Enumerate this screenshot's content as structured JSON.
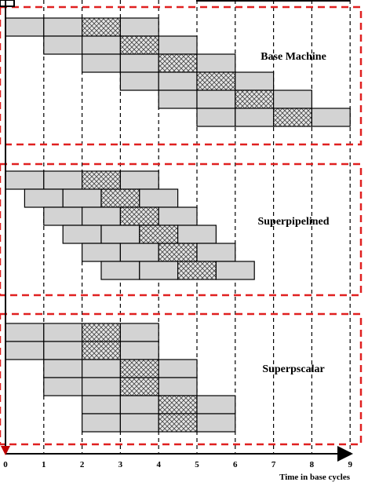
{
  "x_axis": {
    "title": "Time in base cycles",
    "ticks": [
      "0",
      "1",
      "2",
      "3",
      "4",
      "5",
      "6",
      "7",
      "8",
      "9"
    ]
  },
  "colors": {
    "box_fill": "#d3d3d3",
    "box_stroke": "#000000",
    "hatch": "#444444",
    "dashed_grid": "#000000",
    "panel_border": "#e02020"
  },
  "panels": [
    {
      "label": "Base Machine",
      "stage_duration": 1,
      "instructions": [
        {
          "start": 0,
          "stages": 4
        },
        {
          "start": 1,
          "stages": 4
        },
        {
          "start": 2,
          "stages": 4
        },
        {
          "start": 3,
          "stages": 4
        },
        {
          "start": 4,
          "stages": 4
        },
        {
          "start": 5,
          "stages": 4
        }
      ],
      "hatched_stage": 2
    },
    {
      "label": "Superpipelined",
      "stage_duration": 1,
      "instructions": [
        {
          "start": 0,
          "stages": 4
        },
        {
          "start": 0.5,
          "stages": 4
        },
        {
          "start": 1,
          "stages": 4
        },
        {
          "start": 1.5,
          "stages": 4
        },
        {
          "start": 2,
          "stages": 4
        },
        {
          "start": 2.5,
          "stages": 4
        }
      ],
      "hatched_stage": 2
    },
    {
      "label": "Superpscalar",
      "stage_duration": 1,
      "instructions": [
        {
          "start": 0,
          "stages": 4
        },
        {
          "start": 0,
          "stages": 4
        },
        {
          "start": 1,
          "stages": 4
        },
        {
          "start": 1,
          "stages": 4
        },
        {
          "start": 2,
          "stages": 4
        },
        {
          "start": 2,
          "stages": 4
        }
      ],
      "hatched_stage": 2
    }
  ]
}
